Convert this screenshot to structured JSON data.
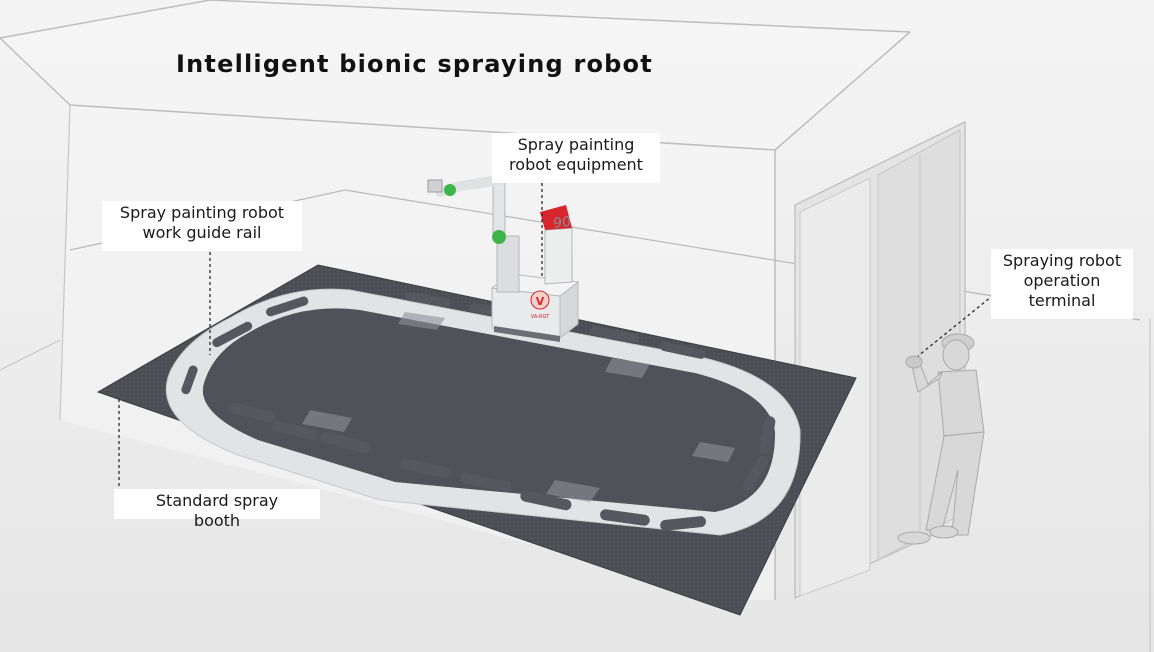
{
  "title": "Intelligent bionic spraying robot",
  "labels": {
    "guide_rail": [
      "Spray painting robot",
      "work guide rail"
    ],
    "robot_equipment": [
      "Spray painting",
      "robot equipment"
    ],
    "operation_terminal": [
      "Spraying robot",
      "operation",
      "terminal"
    ],
    "spray_booth": [
      "Standard spray",
      "booth"
    ]
  },
  "robot_logo_text": "VA-RGT",
  "robot_number": "90",
  "colors": {
    "floor": "#4a4d53",
    "rail": "#e2e3e5",
    "accent_green": "#3db54a",
    "accent_red": "#d8262e",
    "background": "#ececec"
  }
}
